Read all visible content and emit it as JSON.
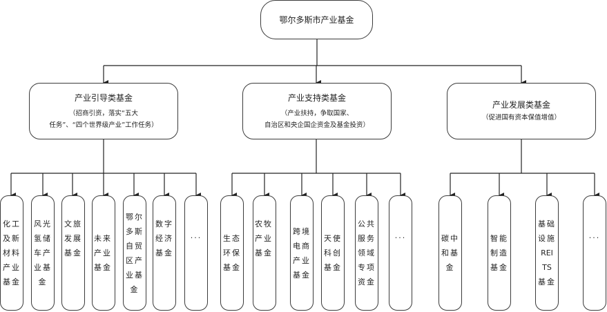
{
  "root": {
    "label": "鄂尔多斯市产业基金"
  },
  "categories": [
    {
      "title": "产业引导类基金",
      "subtitle_lines": [
        "（招商引资，落实“五大",
        "任务”、“四个世界级产业”工作任务）"
      ],
      "funds": [
        {
          "lines": [
            "化工",
            "及新",
            "材料",
            "产业",
            "基金"
          ]
        },
        {
          "lines": [
            "风光",
            "氢储",
            "车产",
            "业基",
            "金"
          ]
        },
        {
          "lines": [
            "文旅",
            "发展",
            "基金"
          ]
        },
        {
          "lines": [
            "未来",
            "产业",
            "基金"
          ]
        },
        {
          "lines": [
            "鄂尔",
            "多斯",
            "自贸",
            "区产",
            "业基",
            "金"
          ]
        },
        {
          "lines": [
            "数字",
            "经济",
            "基金"
          ]
        },
        {
          "lines": [
            "···"
          ]
        }
      ]
    },
    {
      "title": "产业支持类基金",
      "subtitle_lines": [
        "（产业扶持，争取国家、",
        "自治区和央企国企资金及基金投资）"
      ],
      "funds": [
        {
          "lines": [
            "生态",
            "环保",
            "基金"
          ]
        },
        {
          "lines": [
            "农牧",
            "产业",
            "基金"
          ]
        },
        {
          "lines": [
            "跨境",
            "电商",
            "产业",
            "基金"
          ]
        },
        {
          "lines": [
            "天使",
            "科创",
            "基金"
          ]
        },
        {
          "lines": [
            "公共",
            "服务",
            "领域",
            "专项",
            "资金"
          ]
        },
        {
          "lines": [
            "···"
          ]
        }
      ]
    },
    {
      "title": "产业发展类基金",
      "subtitle_lines": [
        "（促进国有资本保值增值）"
      ],
      "funds": [
        {
          "lines": [
            "碳中",
            "和基",
            "金"
          ]
        },
        {
          "lines": [
            "智能",
            "制造",
            "基金"
          ]
        },
        {
          "lines": [
            "基础",
            "设施",
            "REI",
            "TS",
            "基金"
          ]
        },
        {
          "lines": [
            "···"
          ]
        }
      ]
    }
  ]
}
